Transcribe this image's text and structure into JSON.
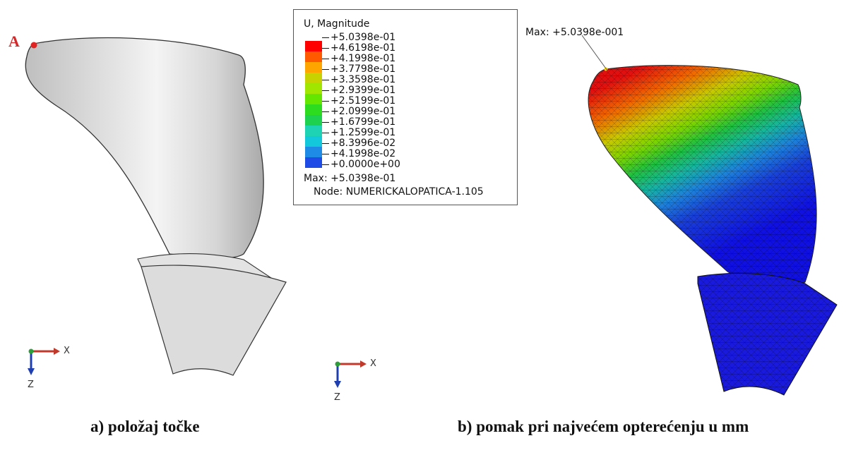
{
  "left_panel": {
    "point_label": "A",
    "caption": "a) položaj točke",
    "axis_x": "X",
    "axis_z": "Z"
  },
  "legend": {
    "title": "U, Magnitude",
    "ticks": [
      "+5.0398e-01",
      "+4.6198e-01",
      "+4.1998e-01",
      "+3.7798e-01",
      "+3.3598e-01",
      "+2.9399e-01",
      "+2.5199e-01",
      "+2.0999e-01",
      "+1.6799e-01",
      "+1.2599e-01",
      "+8.3996e-02",
      "+4.1998e-02",
      "+0.0000e+00"
    ],
    "colors": [
      "#ff0000",
      "#ff5a00",
      "#ffa500",
      "#c8d200",
      "#a0e600",
      "#64e600",
      "#2ddc1e",
      "#1ed250",
      "#1ed2b4",
      "#14c8dc",
      "#1e8ce6",
      "#1e4be6",
      "#0000ff"
    ],
    "max_line": "Max: +5.0398e-01",
    "node_line": "Node: NUMERICKALOPATICA-1.105"
  },
  "right_panel": {
    "max_label": "Max: +5.0398e-001",
    "caption": "b) pomak pri najvećem opterećenju u mm",
    "axis_x": "X",
    "axis_z": "Z"
  }
}
